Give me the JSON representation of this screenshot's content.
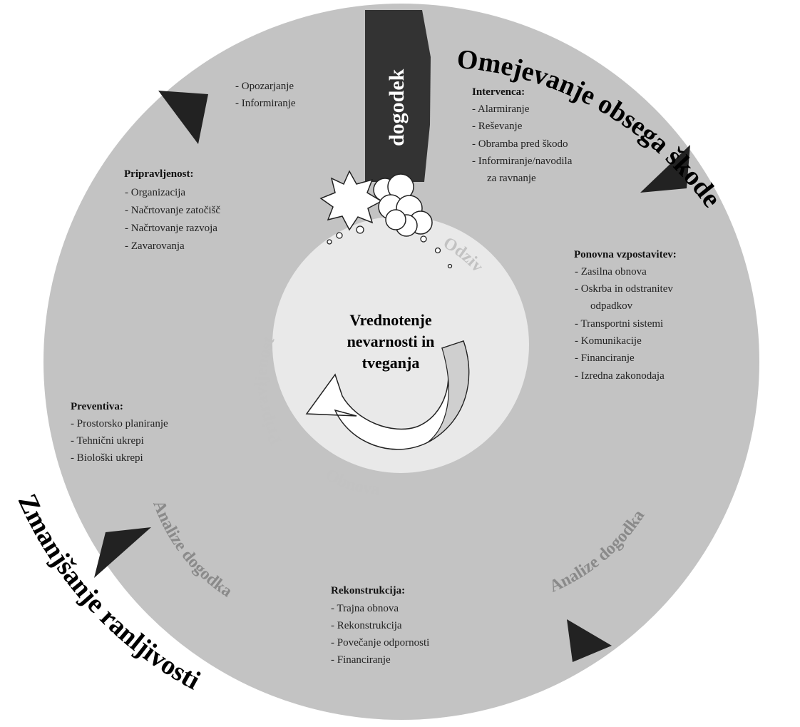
{
  "event_label": "dogodek",
  "outer_labels": {
    "top_right": "Omejevanje obsega škode",
    "bottom_left": "Zmanjšanje ranljivosti"
  },
  "ring_labels": {
    "analysis_left": "Analize dogodka",
    "analysis_right": "Analize dogodka"
  },
  "inner_labels": {
    "response": "Odziv",
    "preparedness": "Pripravljenost",
    "recovery": "Obnova"
  },
  "center_title": [
    "Vrednotenje",
    "nevarnosti in",
    "tveganja"
  ],
  "warning": {
    "items": [
      "- Opozarjanje",
      "- Informiranje"
    ]
  },
  "preparedness_block": {
    "heading": "Pripravljenost:",
    "items": [
      "- Organizacija",
      "- Načrtovanje zatočišč",
      "- Načrtovanje razvoja",
      "- Zavarovanja"
    ]
  },
  "intervention_block": {
    "heading": "Intervenca:",
    "items": [
      "- Alarmiranje",
      "- Reševanje",
      "- Obramba pred škodo",
      "- Informiranje/navodila",
      "za ravnanje"
    ]
  },
  "recovery_block": {
    "heading": "Ponovna vzpostavitev:",
    "items": [
      "- Zasilna obnova",
      "- Oskrba in odstranitev",
      "odpadkov",
      "- Transportni sistemi",
      "- Komunikacije",
      "- Financiranje",
      "- Izredna zakonodaja"
    ]
  },
  "prevention_block": {
    "heading": "Preventiva:",
    "items": [
      "- Prostorsko planiranje",
      "- Tehnični ukrepi",
      "- Biološki ukrepi"
    ]
  },
  "reconstruction_block": {
    "heading": "Rekonstrukcija:",
    "items": [
      "- Trajna obnova",
      "- Rekonstrukcija",
      "- Povečanje odpornosti",
      "- Financiranje"
    ]
  },
  "colors": {
    "ring": "#c3c3c3",
    "inner_disc": "#e9e9e9",
    "dark": "#333333"
  }
}
